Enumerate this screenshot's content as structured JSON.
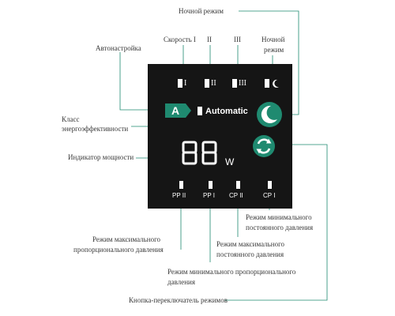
{
  "labels": {
    "night_mode_top": "Ночной режим",
    "auto_setup": "Автонастройка",
    "speed_1": "Скорость I",
    "speed_2": "II",
    "speed_3": "III",
    "night_mode_line1": "Ночной",
    "night_mode_line2": "режим",
    "energy_class_line1": "Класс",
    "energy_class_line2": "энергоэффективности",
    "power_indicator": "Индикатор мощности",
    "min_constant_line1": "Режим минимального",
    "min_constant_line2": "постоянного давления",
    "max_proportional_line1": "Режим максимального",
    "max_proportional_line2": "пропорционального давления",
    "max_constant_line1": "Режим максимального",
    "max_constant_line2": "постоянного давления",
    "min_proportional_line1": "Режим минимального пропорционального",
    "min_proportional_line2": "давления",
    "mode_switch_button": "Кнопка-переключатель режимов"
  },
  "panel": {
    "energy_class": "A",
    "automatic": "Automatic",
    "power_value": "88",
    "power_unit": "W",
    "speed_marks": [
      "I",
      "II",
      "III"
    ],
    "pressure_modes": [
      "PP II",
      "PP I",
      "CP II",
      "CP I"
    ]
  },
  "colors": {
    "accent": "#1f8a70",
    "line": "#1f8a70",
    "panel_bg": "#151515"
  }
}
